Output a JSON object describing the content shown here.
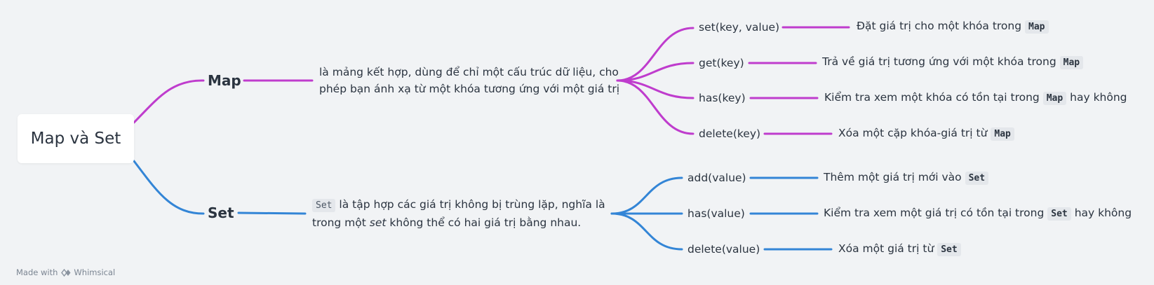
{
  "root": {
    "title": "Map và Set"
  },
  "map": {
    "title": "Map",
    "color": "#bf3ccd",
    "desc_line1": "là mảng kết hợp, dùng để chỉ một cấu trúc dữ liệu, cho",
    "desc_line2": "phép bạn ánh xạ từ một khóa tương ứng với một giá trị",
    "methods": [
      {
        "name": "set(key, value)",
        "detail_pre": "Đặt giá trị cho một khóa trong",
        "code": "Map",
        "detail_post": ""
      },
      {
        "name": "get(key)",
        "detail_pre": "Trả về giá trị tương ứng với một khóa trong",
        "code": "Map",
        "detail_post": ""
      },
      {
        "name": "has(key)",
        "detail_pre": "Kiểm tra xem một khóa có tồn tại trong",
        "code": "Map",
        "detail_post": "hay không"
      },
      {
        "name": "delete(key)",
        "detail_pre": "Xóa một cặp khóa-giá trị từ",
        "code": "Map",
        "detail_post": ""
      }
    ]
  },
  "set": {
    "title": "Set",
    "color": "#3385d6",
    "desc_code": "Set",
    "desc_line1": "là tập hợp các giá trị không bị trùng lặp, nghĩa là",
    "desc_line2_pre": "trong một",
    "desc_line2_em": "set",
    "desc_line2_post": "không thể có hai giá trị bằng nhau.",
    "methods": [
      {
        "name": "add(value)",
        "detail_pre": "Thêm một giá trị mới vào",
        "code": "Set",
        "detail_post": ""
      },
      {
        "name": "has(value)",
        "detail_pre": "Kiểm tra xem một giá trị có tồn tại trong",
        "code": "Set",
        "detail_post": "hay không"
      },
      {
        "name": "delete(value)",
        "detail_pre": "Xóa một giá trị từ",
        "code": "Set",
        "detail_post": ""
      }
    ]
  },
  "footer": {
    "made_with": "Made with",
    "brand": "Whimsical",
    "brand_icon": "whimsical-logo-icon"
  }
}
